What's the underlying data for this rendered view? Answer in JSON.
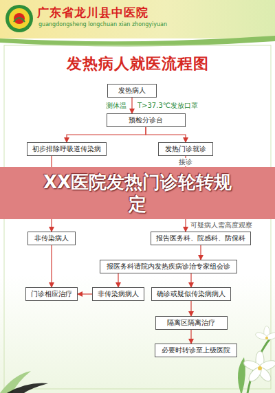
{
  "diagram": {
    "title": "发热病人就医流程图",
    "nodes": [
      {
        "text": [
          "发热病人"
        ]
      },
      {
        "text": [
          "预检分诊台"
        ]
      },
      {
        "text": [
          "初步排除呼吸道传染病"
        ]
      },
      {
        "text": [
          "发热门诊就诊"
        ]
      },
      {
        "text": [
          "非传染病人"
        ]
      },
      {
        "text": [
          "报告医务科、院感科、防保科"
        ]
      },
      {
        "text": [
          "报医务科请院内发热疾病诊治专家组会诊"
        ]
      },
      {
        "text": [
          "门诊相应治疗"
        ]
      },
      {
        "text": [
          "非传染病病人"
        ]
      },
      {
        "text": [
          "确诊或疑似传染病病人"
        ]
      },
      {
        "text": [
          "隔离区隔离治疗"
        ]
      },
      {
        "text": [
          "必要时转诊至上级医院"
        ]
      }
    ],
    "edges": [
      {
        "from": 0,
        "to": 1,
        "arrow": "to",
        "label": "测体温"
      },
      {
        "from": 1,
        "to": 2,
        "arrow": "to"
      },
      {
        "from": 1,
        "to": 3,
        "arrow": "to"
      },
      {
        "from": 2,
        "to": 4,
        "arrow": "to"
      },
      {
        "from": 3,
        "to": 5,
        "arrow": "to",
        "label": "接诊"
      },
      {
        "from": 5,
        "to": 6,
        "arrow": "to"
      },
      {
        "from": 6,
        "to": 8,
        "arrow": "to"
      },
      {
        "from": 6,
        "to": 9,
        "arrow": "to"
      },
      {
        "from": 4,
        "to": 7,
        "arrow": "to"
      },
      {
        "from": 8,
        "to": 7,
        "arrow": "to"
      },
      {
        "from": 9,
        "to": 10,
        "arrow": "to"
      },
      {
        "from": 10,
        "to": 11,
        "arrow": "to"
      }
    ],
    "labels": [
      "广东省龙川县中医院",
      "guangdongsheng longchuan xian zhongyiyuan",
      "T>37.3℃发放口罩",
      "可疑病人需高度观察",
      "XX医院发热门诊轮转规定"
    ]
  }
}
